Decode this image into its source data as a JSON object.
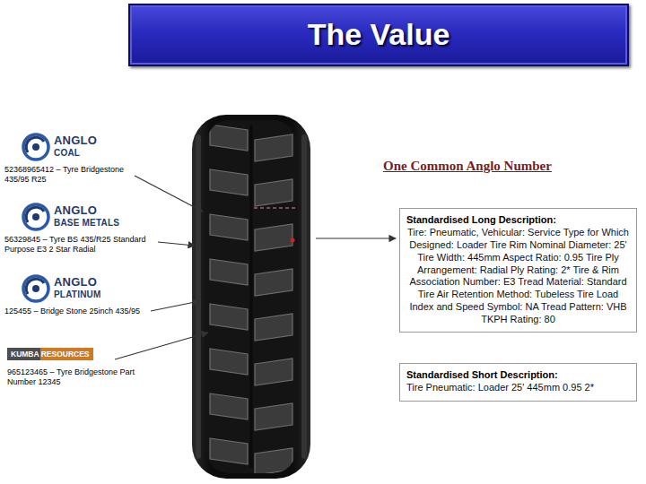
{
  "diagram": {
    "title": "The Value",
    "nodes": [
      {
        "text": [
          "ANGLO COAL",
          "52368965412 – Tyre Bridgestone 435/95 R25"
        ]
      },
      {
        "text": [
          "ANGLO BASE METALS",
          "56329845 – Tyre BS 435/R25 Standard Purpose E3 2 Star Radial"
        ]
      },
      {
        "text": [
          "ANGLO PLATINUM",
          "125455 – Bridge Stone 25inch 435/95"
        ]
      },
      {
        "text": [
          "KUMBA RESOURCES",
          "965123465 – Tyre Bridgestone Part Number 12345"
        ]
      },
      {
        "text": [
          "Standardised Long Description:",
          "Tire: Pneumatic, Vehicular: Service Type for Which Designed: Loader Tire Rim Nominal Diameter: 25' Tire Width: 445mm Aspect Ratio: 0.95 Tire Ply Arrangement: Radial Ply Rating: 2* Tire & Rim Association Number: E3 Tread Material: Standard Tire Air Retention Method: Tubeless Tire Load Index and Speed Symbol: NA Tread Pattern: VHB TKPH Rating: 80"
        ]
      },
      {
        "text": [
          "Standardised Short Description:",
          "Tire Pneumatic: Loader 25' 445mm 0.95 2*"
        ]
      }
    ],
    "labels": [
      "One Common Anglo Number"
    ]
  }
}
